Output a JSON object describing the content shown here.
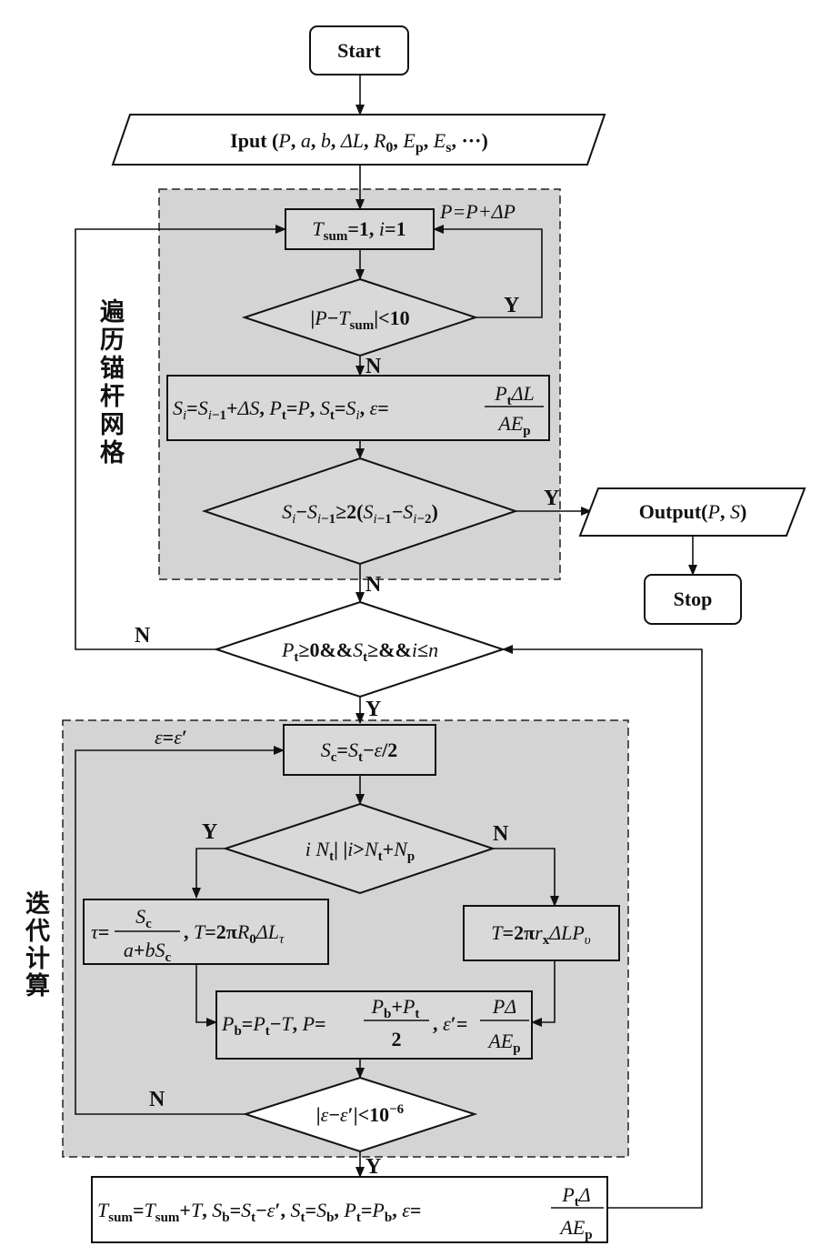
{
  "regions": {
    "traverse": {
      "label": "遍历锚杆网格"
    },
    "iterate": {
      "label": "迭代计算"
    }
  },
  "nodes": {
    "start": {
      "text": "Start"
    },
    "input": {
      "prefix": "Iput",
      "text": "(P, a, b, ΔL, R0, Ep, Es, ···)"
    },
    "init": {
      "text": "Tsum=1, i=1"
    },
    "check_p": {
      "text": "|P−Tsum|<10"
    },
    "update_s": {
      "text": "Si=Si−1+ΔS, Pt=P, St=Si, ε=PtΔL/AEp"
    },
    "check_s": {
      "text": "Si−Si−1≥2(Si−1−Si−2)"
    },
    "output": {
      "text": "Output(P, S)"
    },
    "stop": {
      "text": "Stop"
    },
    "check_loop": {
      "text": "Pt≥0&&St≥&&i≤n"
    },
    "sc": {
      "text": "Sc=St−ε/2"
    },
    "check_i": {
      "text": "i    Nt| |i>Nt+Np"
    },
    "tau": {
      "text": "τ=Sc/(a+bSc), T=2πR0ΔLτ"
    },
    "t_alt": {
      "text": "T=2πrxΔLPυ"
    },
    "pb": {
      "text": "Pb=Pt−T, P=(Pb+Pt)/2, ε′=PΔ/AEp"
    },
    "check_eps": {
      "text": "|ε−ε′|<10−6"
    },
    "final": {
      "text": "Tsum=Tsum+T, Sb=St−ε′, St=Sb, Pt=Pb, ε=PtΔ/AEp"
    }
  },
  "edges": {
    "p_update": "P=P+ΔP",
    "eps_update": "ε=ε′",
    "yes": "Y",
    "no": "N"
  }
}
